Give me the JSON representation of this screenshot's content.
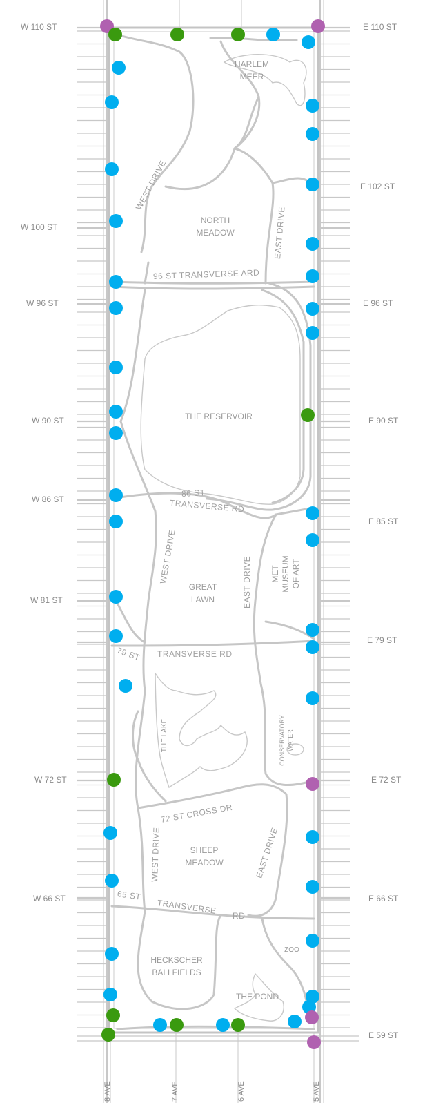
{
  "streets": {
    "west": [
      "W 110 ST",
      "W 100 ST",
      "W 96 ST",
      "W 90 ST",
      "W 86 ST",
      "W 81 ST",
      "W 72 ST",
      "W 66 ST"
    ],
    "east": [
      "E 110 ST",
      "E 102 ST",
      "E 96 ST",
      "E 90 ST",
      "E 85 ST",
      "E 79 ST",
      "E 72 ST",
      "E 66 ST",
      "E 59 ST"
    ]
  },
  "avenues": [
    "8 AVE",
    "7 AVE",
    "6 AVE",
    "5 AVE"
  ],
  "areas": {
    "harlem_meer": "HARLEM\nMEER",
    "north_meadow": "NORTH\nMEADOW",
    "reservoir": "THE RESERVOIR",
    "great_lawn": "GREAT\nLAWN",
    "met": "MET\nMUSEUM\nOF ART",
    "the_lake": "THE LAKE",
    "conservatory_water": "CONSERVATORY\nWATER",
    "sheep_meadow": "SHEEP\nMEADOW",
    "heckscher": "HECKSCHER\nBALLFIELDS",
    "the_pond": "THE  POND",
    "zoo": "ZOO"
  },
  "roads": {
    "west_drive": "WEST   DRIVE",
    "east_drive": "EAST  DRIVE",
    "transverse_96": "96 ST TRANSVERSE ARD",
    "st_86": "86 ST",
    "transverse_86": "TRANSVERSE RD",
    "st_79": "79 ST",
    "transverse_79": "TRANSVERSE RD",
    "cross_72": "72 ST   CROSS DR",
    "st_65": "65 ST",
    "transverse_65": "TRANSVERSE",
    "rd_65": "RD"
  },
  "colors": {
    "blue": "#00aeef",
    "green": "#3a9a0f",
    "purple": "#b061b0",
    "road": "#c4c4c4",
    "label": "#8a8a8a"
  }
}
